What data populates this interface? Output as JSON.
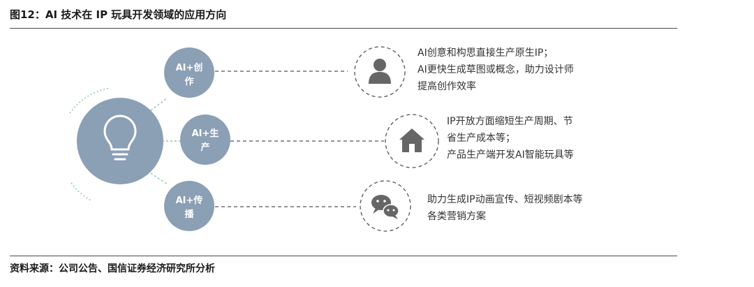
{
  "title": "图12：AI 技术在 IP 玩具开发领域的应用方向",
  "source": "资料来源：公司公告、国信证券经济研究所分析",
  "colors": {
    "node": "#8b9fb5",
    "hub": "#8b9fb5",
    "icon": "#666666",
    "dash": "#555555",
    "green_arc": "#8fc7a5",
    "text": "#333333"
  },
  "center": {
    "icon": "lightbulb-icon"
  },
  "branches": [
    {
      "node_lines": [
        "AI+创",
        "作"
      ],
      "icon": "person-icon",
      "desc_lines": [
        "AI创意和构思直接生产原生IP；",
        "AI更快生成草图或概念，助力设计师",
        "提高创作效率"
      ]
    },
    {
      "node_lines": [
        "AI+生",
        "产"
      ],
      "icon": "house-icon",
      "desc_lines": [
        "IP开放方面缩短生产周期、节",
        "省生产成本等；",
        "产品生产端开发AI智能玩具等"
      ]
    },
    {
      "node_lines": [
        "AI+传",
        "播"
      ],
      "icon": "chat-icon",
      "desc_lines": [
        "助力生成IP动画宣传、短视频剧本等",
        "各类营销方案"
      ]
    }
  ]
}
